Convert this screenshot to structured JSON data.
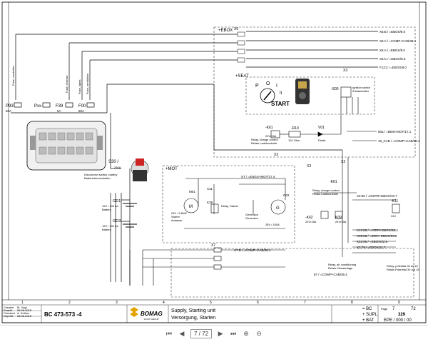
{
  "title_block": {
    "created_label": "Created",
    "created_sub": "Erstellt",
    "created_by": "M. Vogt",
    "created_date": "28.06.2015",
    "checked_label": "Checked",
    "checked_sub": "Geprüft",
    "checked_by": "A. Kröber",
    "checked_date": "28.06.2015",
    "model": "BC 473-573 -4",
    "logo": "BOMAG",
    "logo_sub": "FAYAT GROUP",
    "desc_en": "Supply, Starting unit",
    "desc_de": "Versorgung, Starten",
    "func_bc": "= BC",
    "loc_supl": "+ SUPL",
    "loc_bat": "+ BAT",
    "page_label": "Page",
    "page_num": "7",
    "page_total": "72",
    "doc_num": "329",
    "epe": "EPE / 000 / 00"
  },
  "columns": [
    "1",
    "2",
    "3",
    "4",
    "5",
    "6",
    "7",
    "8",
    "9"
  ],
  "locations": {
    "ebox": "+EBOX",
    "seat": "+SEAT",
    "mot": "+MOT"
  },
  "components": {
    "p93": "P93",
    "p93_val": "50A",
    "pxx": "Pxx",
    "f39": "F39",
    "f39_val": "5A",
    "f00": "F00",
    "f00_val": "80A",
    "s30": "S30 /",
    "s30_rating": "250A",
    "s30_desc1": "Disconnect switch, battery",
    "s30_desc2": "Batterietrennschalter",
    "g01": "GD1",
    "g01_desc1": "12V / 100 Ah",
    "g01_desc2": "Battery",
    "g03": "GD3",
    "g03_desc1": "12V / 100 Ah",
    "g03_desc2": "Battery",
    "s00": "-S00",
    "s00_desc1": "Ignition switch",
    "s00_desc2": "Zündschalter",
    "start": "START",
    "p": "P",
    "o": "O",
    "i": "I",
    "ii": "II",
    "k61": "-K61",
    "k61_desc1": "Relay, charge control",
    "k61_desc2": "Relais Ladekontrolle",
    "k61_val": "24V/15A",
    "r10": "-R10",
    "r10_val": "120 Ohm",
    "v01": "V01",
    "v01_desc1": "Diode",
    "m01": "M01",
    "m01_desc1": "24V / 5,5kW",
    "m01_desc2": "Starter",
    "m01_desc3": "Anlasser",
    "k39": "K39",
    "k39_desc1": "Relay, Starter",
    "g02": "G02",
    "g02_desc1": "Generator",
    "g02_desc2": "Generator",
    "g02_val": "28V / 150A",
    "k62": "-K62",
    "k62_val": "24V/15A",
    "k09": "K09",
    "k09_val": "24V/15A",
    "k11": "-K11",
    "k11_val": "24V",
    "k61b": "-K61",
    "k61b_desc": "Relay, charge control",
    "k61b_desc2": "Relais Ladekontrolle",
    "x2": "X2",
    "x3": "X3",
    "x6": "X6",
    "x7": "X7",
    "x11": "X11"
  },
  "cross_refs": [
    "X6:B / =EBOX/8.0",
    "X6:A / =COMP+CAB/38.1",
    "X6:A / =EBOX/8.0",
    "X6:C / =EBOX/8.0",
    "F13:2 / =EBOX/8.0",
    "50a / =BMS+MOT/17.1",
    "15_CAB / =COMP+CAB/38.1",
    "X2:56 / =INSTR+EBOX/10.7",
    "K13:85 / =ATRR+EBOX/36.4",
    "K09:85 / =DRIV+EBOX/23.5",
    "K22:85 / =EBOX/22.8",
    "X2:79 / =EBOX/11.7",
    "X7:B / =COMP+CAB/38.1",
    "ST / =ENGS+MOT/17.4",
    "87 / =COMP+CAB/36.4"
  ],
  "relay_notes": [
    "Relay, potential 30 as 15",
    "Relais Potential 30 auf 15",
    "Relay, air conditioning",
    "Relais Klimaanlage"
  ],
  "viewer": {
    "page_current": "7",
    "page_total": "72",
    "separator": "/"
  }
}
